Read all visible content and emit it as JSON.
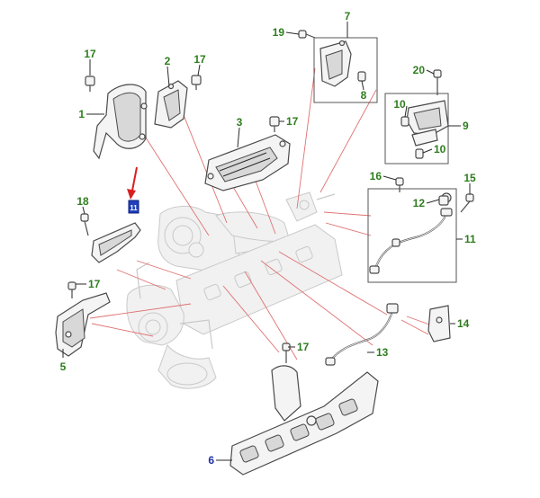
{
  "diagram": {
    "colors": {
      "callout": "#2e7d1e",
      "selected_callout": "#1f2fa8",
      "selection_arrow": "#d82020",
      "selection_box": "#1f3fbf",
      "reference_line": "#e07070"
    },
    "callouts": [
      {
        "id": "c1",
        "label": "1",
        "color": "green"
      },
      {
        "id": "c2",
        "label": "2",
        "color": "green"
      },
      {
        "id": "c3",
        "label": "3",
        "color": "green"
      },
      {
        "id": "c5",
        "label": "5",
        "color": "green"
      },
      {
        "id": "c6",
        "label": "6",
        "color": "blue"
      },
      {
        "id": "c7",
        "label": "7",
        "color": "green"
      },
      {
        "id": "c8",
        "label": "8",
        "color": "green"
      },
      {
        "id": "c9",
        "label": "9",
        "color": "green"
      },
      {
        "id": "c10a",
        "label": "10",
        "color": "green"
      },
      {
        "id": "c10b",
        "label": "10",
        "color": "green"
      },
      {
        "id": "c11",
        "label": "11",
        "color": "green"
      },
      {
        "id": "c12",
        "label": "12",
        "color": "green"
      },
      {
        "id": "c13",
        "label": "13",
        "color": "green"
      },
      {
        "id": "c14",
        "label": "14",
        "color": "green"
      },
      {
        "id": "c15",
        "label": "15",
        "color": "green"
      },
      {
        "id": "c16",
        "label": "16",
        "color": "green"
      },
      {
        "id": "c17a",
        "label": "17",
        "color": "green"
      },
      {
        "id": "c17b",
        "label": "17",
        "color": "green"
      },
      {
        "id": "c17c",
        "label": "17",
        "color": "green"
      },
      {
        "id": "c17d",
        "label": "17",
        "color": "green"
      },
      {
        "id": "c17e",
        "label": "17",
        "color": "green"
      },
      {
        "id": "c18",
        "label": "18",
        "color": "green"
      },
      {
        "id": "c19",
        "label": "19",
        "color": "green"
      },
      {
        "id": "c20",
        "label": "20",
        "color": "green"
      }
    ],
    "selected_marker": {
      "label": "11"
    },
    "icons": [
      "selection-arrow-icon"
    ]
  }
}
